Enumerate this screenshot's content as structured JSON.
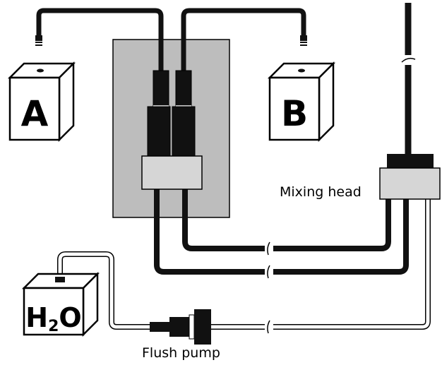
{
  "colors": {
    "hose": "#111111",
    "panel": "#bdbdbd",
    "mixer_block": "#d6d6d6",
    "outline": "#000000",
    "box_face": "#ffffff"
  },
  "labels": {
    "tank_a": "A",
    "tank_b": "B",
    "water_h": "H",
    "water_sub": "2",
    "water_o": "O",
    "mixing_head": "Mixing head",
    "flush_pump": "Flush pump"
  }
}
